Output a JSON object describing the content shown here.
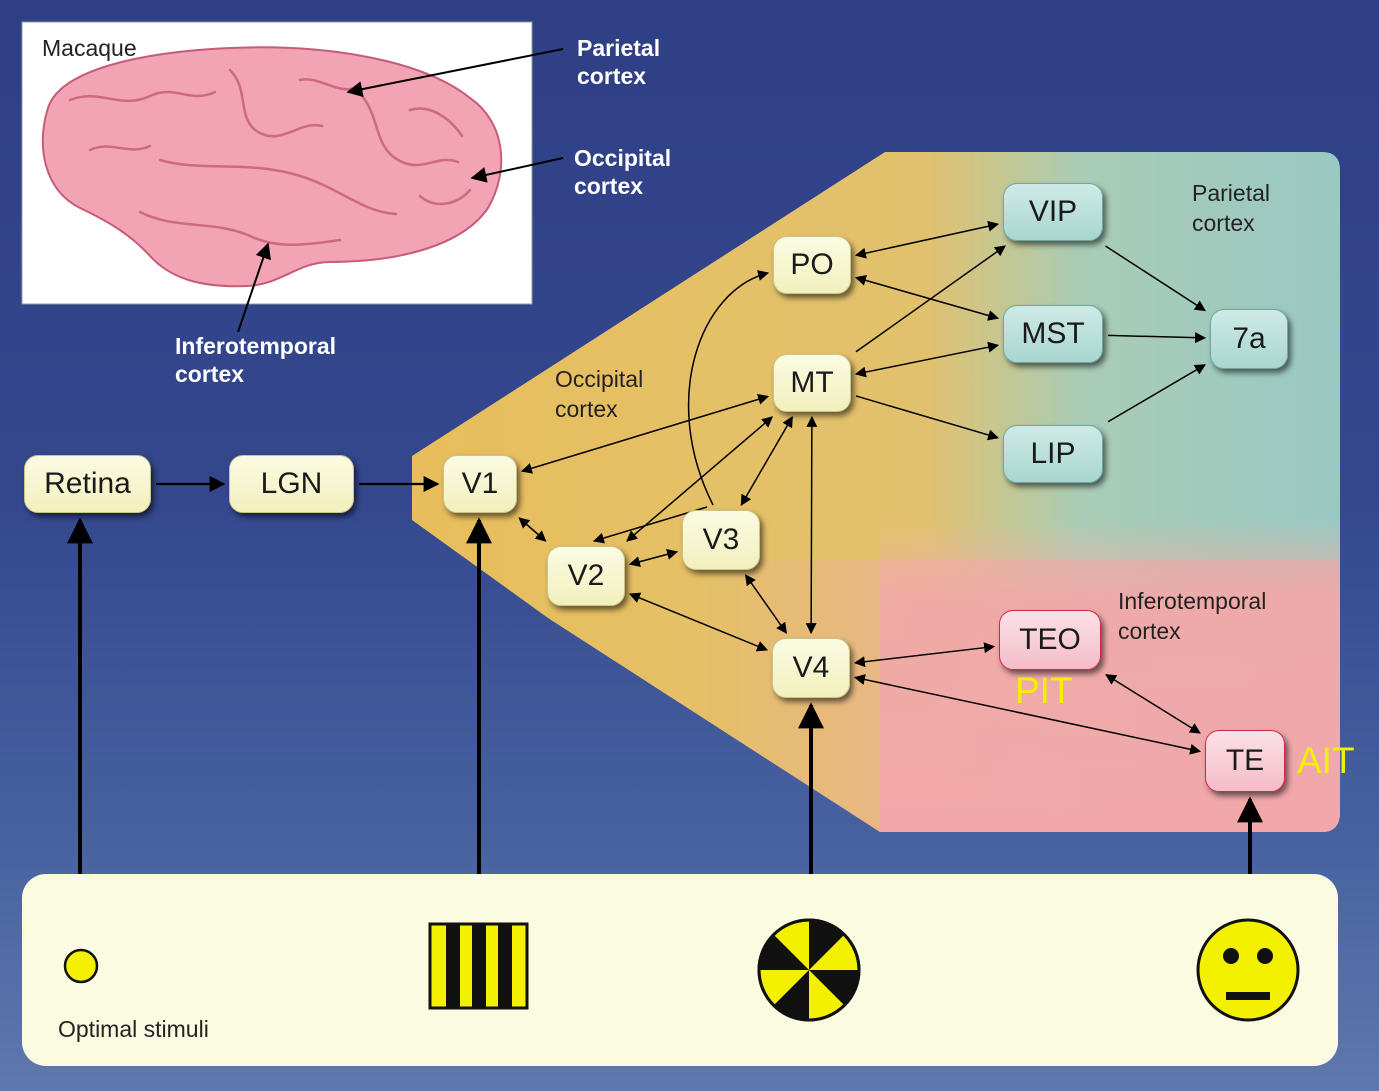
{
  "inset": {
    "title": "Macaque",
    "parietal_label": "Parietal\ncortex",
    "occipital_label": "Occipital\ncortex",
    "inferotemporal_label": "Inferotemporal\ncortex"
  },
  "regions": {
    "occipital": "Occipital\ncortex",
    "parietal": "Parietal\ncortex",
    "inferotemporal": "Inferotemporal\ncortex"
  },
  "nodes": {
    "retina": "Retina",
    "lgn": "LGN",
    "v1": "V1",
    "v2": "V2",
    "v3": "V3",
    "v4": "V4",
    "po": "PO",
    "mt": "MT",
    "vip": "VIP",
    "mst": "MST",
    "lip": "LIP",
    "7a": "7a",
    "teo": "TEO",
    "te": "TE"
  },
  "annotations": {
    "pit": "PIT",
    "ait": "AIT"
  },
  "stimuli": {
    "label": "Optimal stimuli",
    "icons": [
      "dot-stimulus-icon",
      "grating-stimulus-icon",
      "radial-checkerboard-icon",
      "face-stimulus-icon"
    ]
  },
  "colors": {
    "background": "#34478d",
    "occipital_region": "#e6be62",
    "parietal_region": "#9fcbc3",
    "inferotemporal_region": "#f0a9a8",
    "annotation": "#f2f000",
    "node_fill": "#f7f5cc"
  },
  "connections": [
    {
      "from": "retina",
      "to": "lgn",
      "dir": "one"
    },
    {
      "from": "lgn",
      "to": "v1",
      "dir": "one"
    },
    {
      "from": "v1",
      "to": "v2",
      "dir": "both"
    },
    {
      "from": "v1",
      "to": "mt",
      "dir": "both"
    },
    {
      "from": "v2",
      "to": "v3",
      "dir": "both"
    },
    {
      "from": "v2",
      "to": "mt",
      "dir": "both"
    },
    {
      "from": "v2",
      "to": "v4",
      "dir": "both"
    },
    {
      "from": "v3",
      "to": "mt",
      "dir": "both"
    },
    {
      "from": "v3",
      "to": "v4",
      "dir": "both"
    },
    {
      "from": "v3",
      "to": "po",
      "dir": "one"
    },
    {
      "from": "v3",
      "to": "v2",
      "dir": "one"
    },
    {
      "from": "mt",
      "to": "v4",
      "dir": "both"
    },
    {
      "from": "po",
      "to": "vip",
      "dir": "both"
    },
    {
      "from": "po",
      "to": "mst",
      "dir": "both"
    },
    {
      "from": "mt",
      "to": "vip",
      "dir": "one"
    },
    {
      "from": "mt",
      "to": "mst",
      "dir": "both"
    },
    {
      "from": "mt",
      "to": "lip",
      "dir": "one"
    },
    {
      "from": "vip",
      "to": "7a",
      "dir": "one"
    },
    {
      "from": "mst",
      "to": "7a",
      "dir": "one"
    },
    {
      "from": "lip",
      "to": "7a",
      "dir": "one"
    },
    {
      "from": "v4",
      "to": "teo",
      "dir": "both"
    },
    {
      "from": "v4",
      "to": "te",
      "dir": "both"
    },
    {
      "from": "teo",
      "to": "te",
      "dir": "both"
    }
  ]
}
